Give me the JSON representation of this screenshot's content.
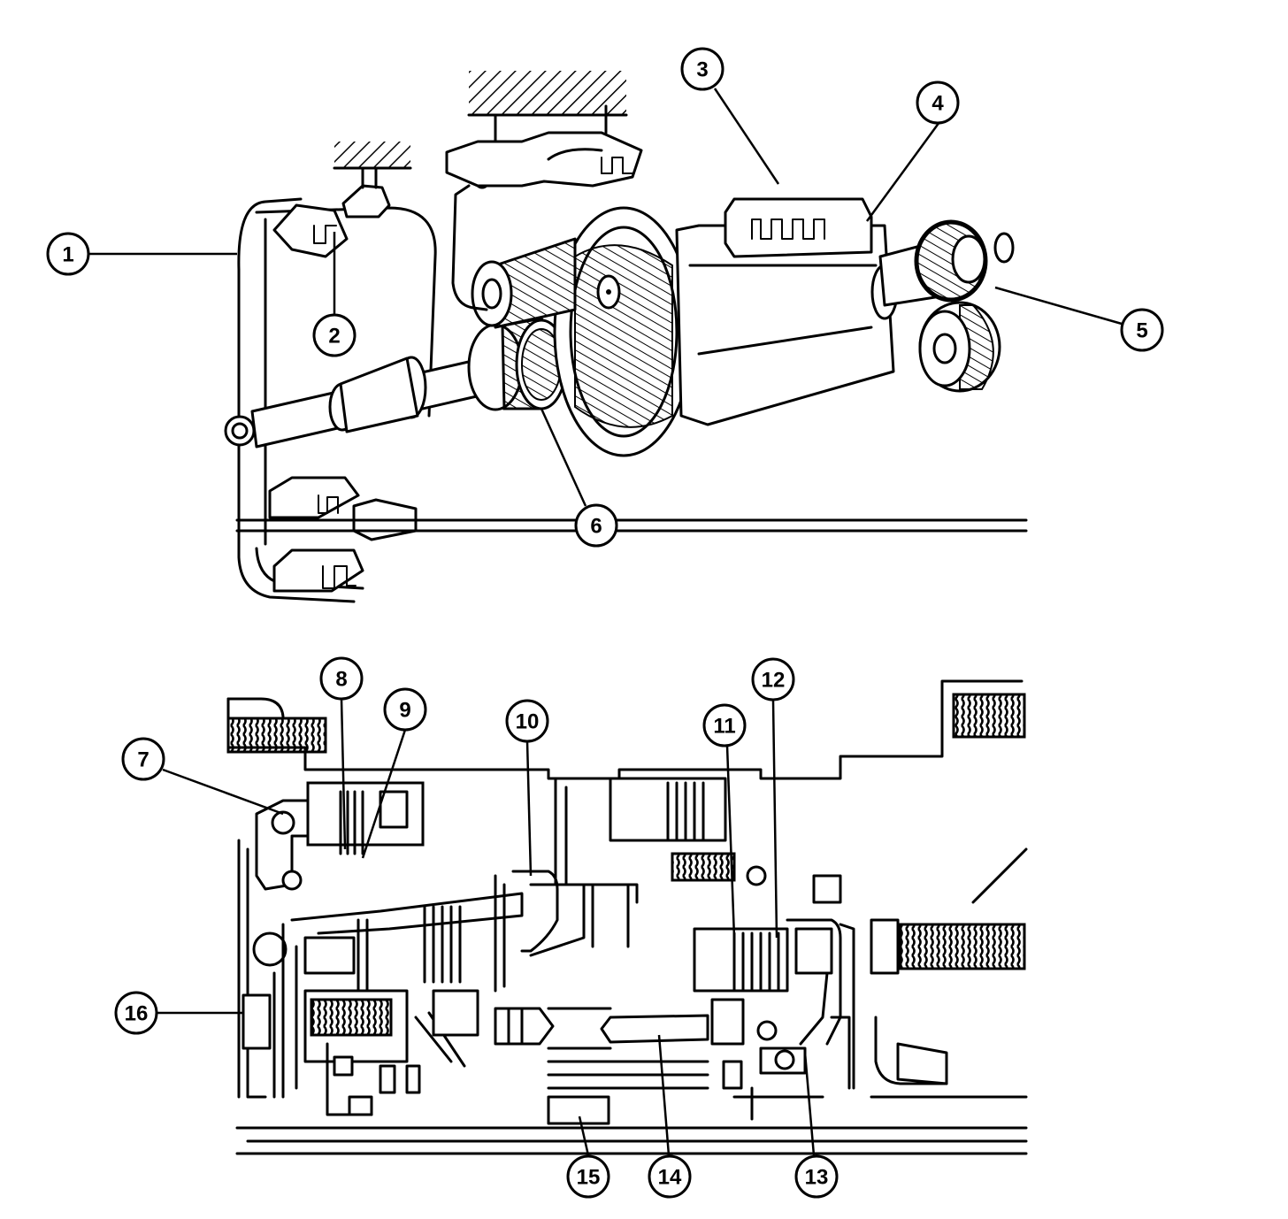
{
  "callouts": [
    {
      "id": "1",
      "label": "1"
    },
    {
      "id": "2",
      "label": "2"
    },
    {
      "id": "3",
      "label": "3"
    },
    {
      "id": "4",
      "label": "4"
    },
    {
      "id": "5",
      "label": "5"
    },
    {
      "id": "6",
      "label": "6"
    },
    {
      "id": "7",
      "label": "7"
    },
    {
      "id": "8",
      "label": "8"
    },
    {
      "id": "9",
      "label": "9"
    },
    {
      "id": "10",
      "label": "10"
    },
    {
      "id": "11",
      "label": "11"
    },
    {
      "id": "12",
      "label": "12"
    },
    {
      "id": "13",
      "label": "13"
    },
    {
      "id": "14",
      "label": "14"
    },
    {
      "id": "15",
      "label": "15"
    },
    {
      "id": "16",
      "label": "16"
    }
  ],
  "colors": {
    "ink": "#000000",
    "paper": "#ffffff"
  }
}
